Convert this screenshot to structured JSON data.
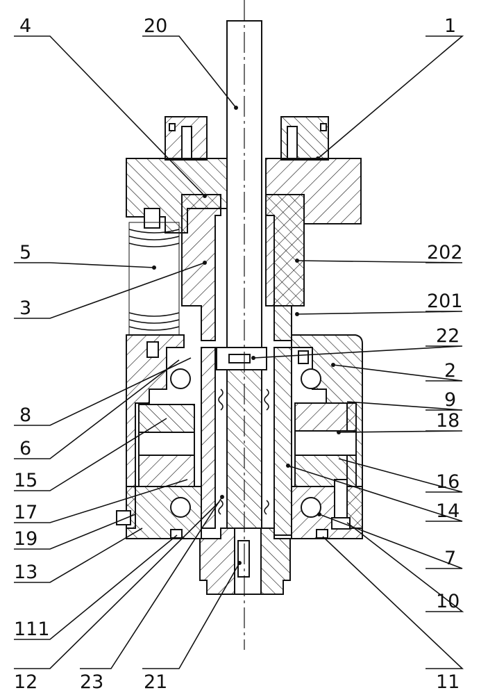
{
  "labels": {
    "l20": "20",
    "l4": "4",
    "l1": "1",
    "l5": "5",
    "l202": "202",
    "l3": "3",
    "l201": "201",
    "l22": "22",
    "l2": "2",
    "l9": "9",
    "l8": "8",
    "l18": "18",
    "l6": "6",
    "l16": "16",
    "l15": "15",
    "l14": "14",
    "l17": "17",
    "l7": "7",
    "l19": "19",
    "l10": "10",
    "l13": "13",
    "l111": "111",
    "l12": "12",
    "l23": "23",
    "l21": "21",
    "l11": "11"
  },
  "colors": {
    "line": "#111111",
    "background": "#ffffff"
  }
}
